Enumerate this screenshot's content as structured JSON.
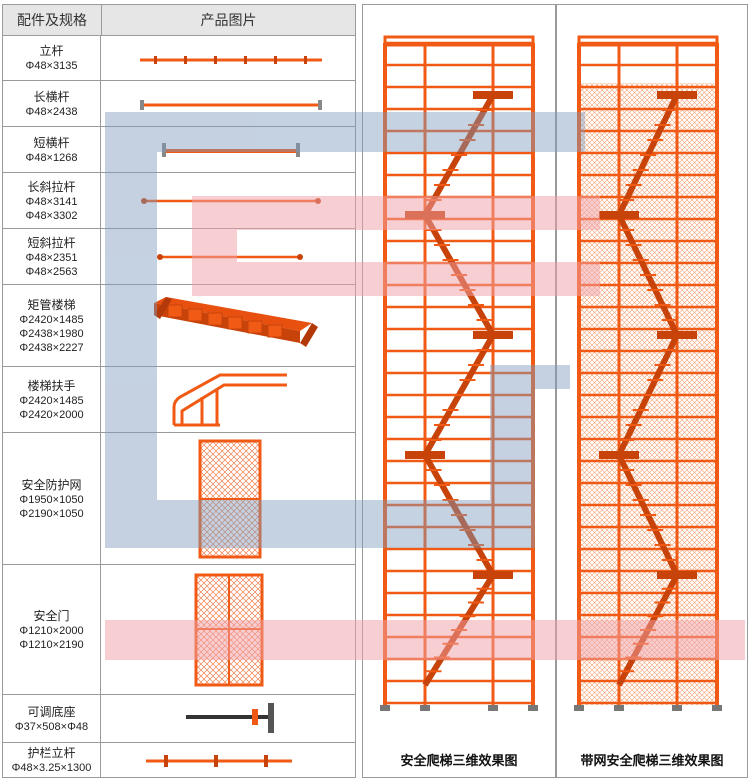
{
  "table": {
    "header": {
      "spec": "配件及规格",
      "picture": "产品图片"
    },
    "rows": [
      {
        "name": "立杆",
        "sizes": [
          "Φ48×3135"
        ]
      },
      {
        "name": "长横杆",
        "sizes": [
          "Φ48×2438"
        ]
      },
      {
        "name": "短横杆",
        "sizes": [
          "Φ48×1268"
        ]
      },
      {
        "name": "长斜拉杆",
        "sizes": [
          "Φ48×3141",
          "Φ48×3302"
        ]
      },
      {
        "name": "短斜拉杆",
        "sizes": [
          "Φ48×2351",
          "Φ48×2563"
        ]
      },
      {
        "name": "矩管楼梯",
        "sizes": [
          "Φ2420×1485",
          "Φ2438×1980",
          "Φ2438×2227"
        ]
      },
      {
        "name": "楼梯扶手",
        "sizes": [
          "Φ2420×1485",
          "Φ2420×2000"
        ]
      },
      {
        "name": "安全防护网",
        "sizes": [
          "Φ1950×1050",
          "Φ2190×1050"
        ]
      },
      {
        "name": "安全门",
        "sizes": [
          "Φ1210×2000",
          "Φ1210×2190"
        ]
      },
      {
        "name": "可调底座",
        "sizes": [
          "Φ37×508×Φ48"
        ]
      },
      {
        "name": "护栏立杆",
        "sizes": [
          "Φ48×3.25×1300"
        ]
      }
    ]
  },
  "panels": {
    "left_caption": "安全爬梯三维效果图",
    "right_caption": "带网安全爬梯三维效果图"
  },
  "colors": {
    "orange": "#f05a14",
    "dark_orange": "#c8430a",
    "grid": "#9a9a9a",
    "header_bg": "#e6e6e6"
  }
}
